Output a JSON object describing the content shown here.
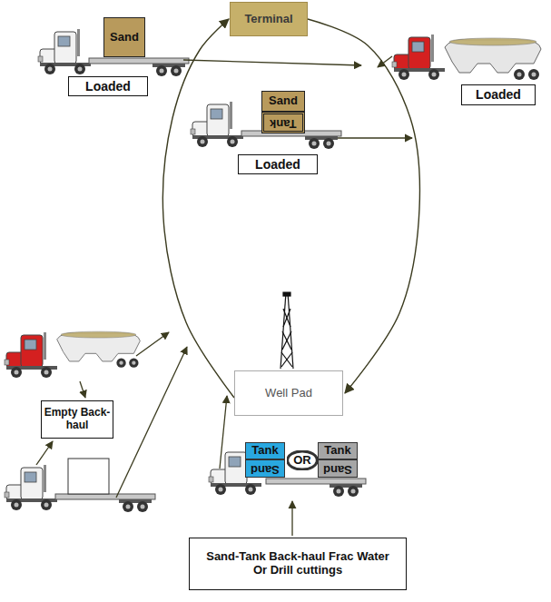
{
  "diagram": {
    "nodes": [
      {
        "text": [
          "Terminal"
        ]
      },
      {
        "text": [
          "Sand"
        ]
      },
      {
        "text": [
          "Loaded"
        ]
      },
      {
        "text": [
          "Loaded"
        ]
      },
      {
        "text": [
          "Sand"
        ]
      },
      {
        "text": [
          "Tank"
        ]
      },
      {
        "text": [
          "Loaded"
        ]
      },
      {
        "text": [
          "Well Pad"
        ]
      },
      {
        "text": [
          "Empty Back-haul"
        ]
      },
      {
        "text": [
          "Tank"
        ]
      },
      {
        "text": [
          "Sand"
        ]
      },
      {
        "text": [
          "OR"
        ]
      },
      {
        "text": [
          "Tank"
        ]
      },
      {
        "text": [
          "Sand"
        ]
      },
      {
        "text": [
          "Sand-Tank Back-haul Frac Water Or Drill cuttings"
        ]
      }
    ],
    "edges": [
      {
        "from": 0,
        "to": 7,
        "arrow": "to"
      },
      {
        "from": 7,
        "to": 0,
        "arrow": "to"
      }
    ]
  }
}
